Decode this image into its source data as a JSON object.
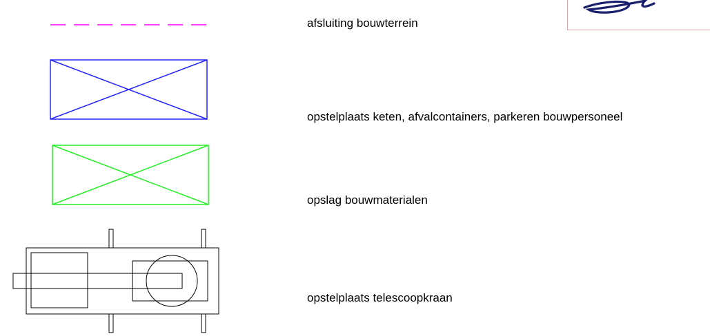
{
  "legend": {
    "items": [
      {
        "symbol": "dashed-line",
        "color": "#ff3fff",
        "label": "afsluiting bouwterrein"
      },
      {
        "symbol": "crossed-rectangle",
        "color": "#2323ff",
        "label": "opstelplaats keten, afvalcontainers, parkeren bouwpersoneel"
      },
      {
        "symbol": "crossed-rectangle",
        "color": "#22ee22",
        "label": "opslag bouwmaterialen"
      },
      {
        "symbol": "crane-outline",
        "color": "#000000",
        "label": "opstelplaats telescoopkraan"
      }
    ]
  },
  "signature": {
    "ink_color": "#1a1f6b",
    "frame_color": "#e3a3a8"
  }
}
